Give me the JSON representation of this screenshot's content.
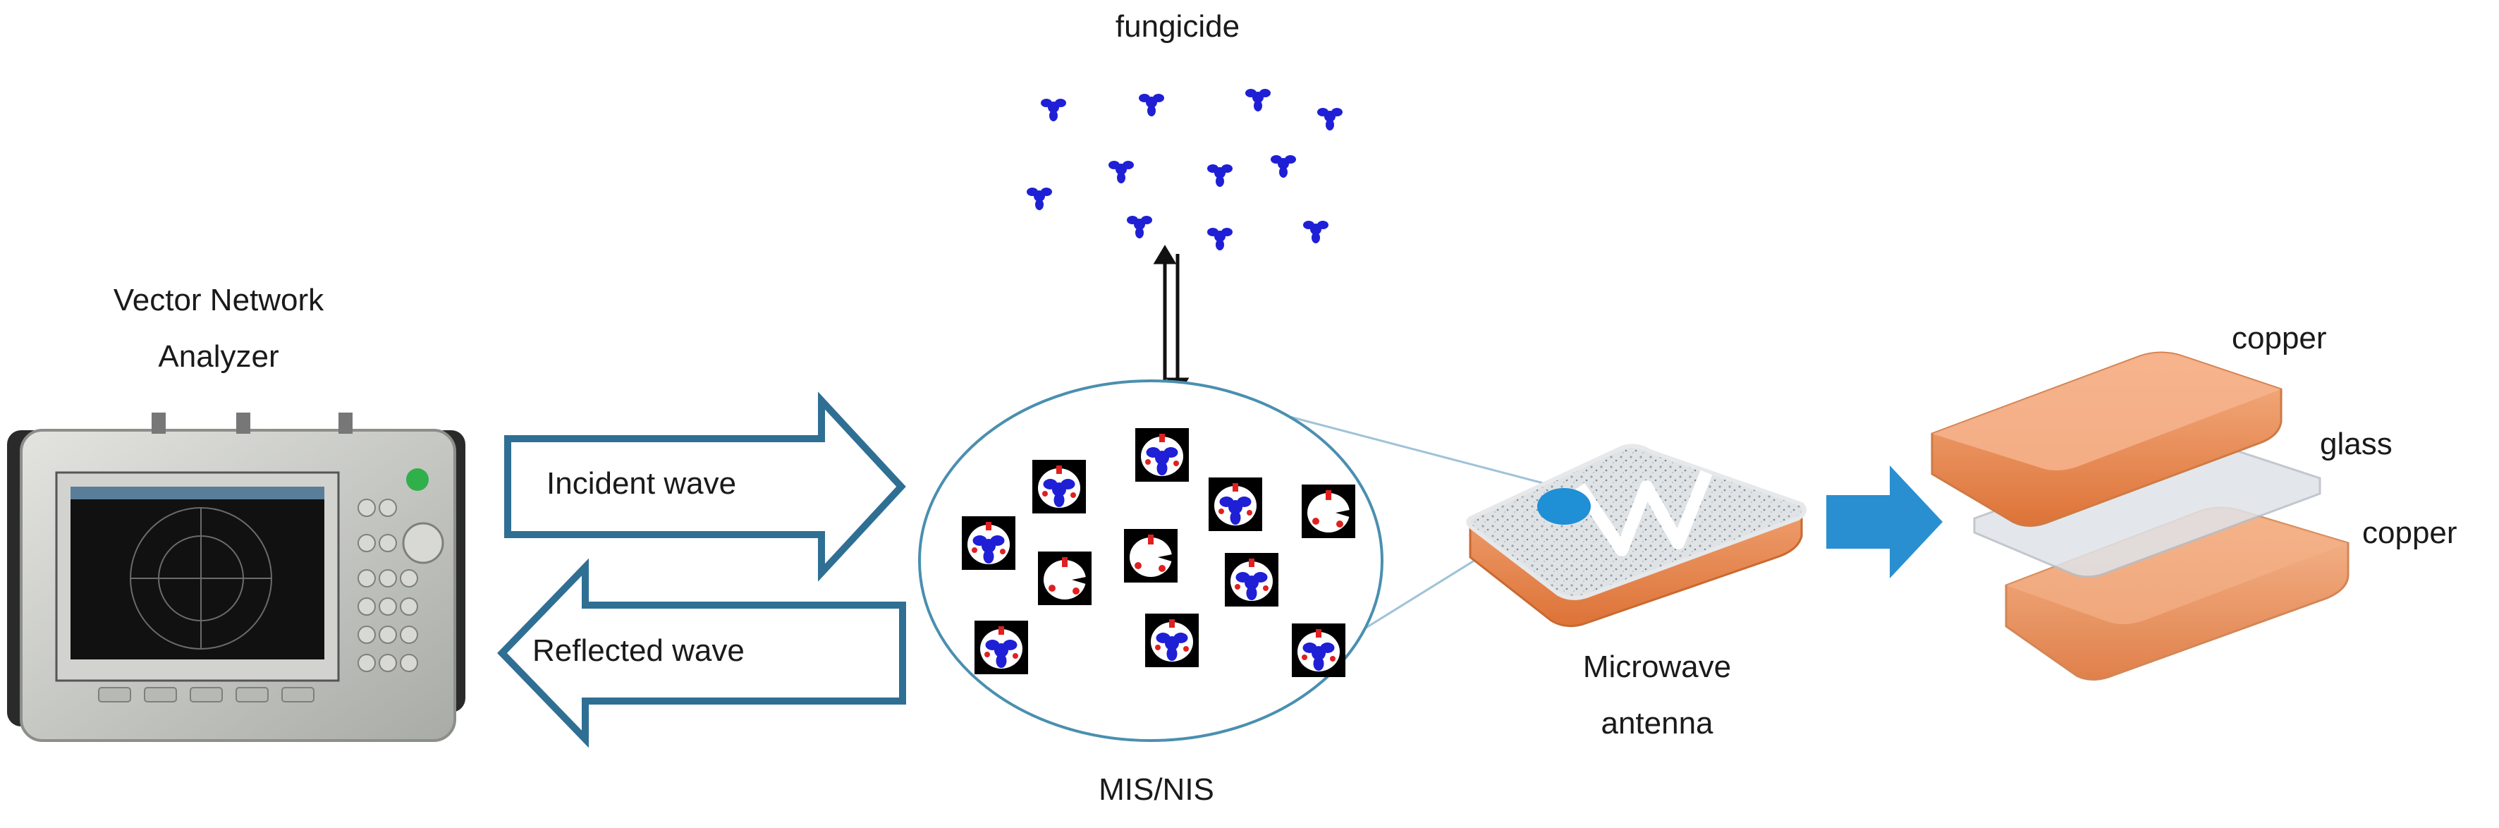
{
  "labels": {
    "fungicide": "fungicide",
    "vna_line1": "Vector Network",
    "vna_line2": "Analyzer",
    "incident": "Incident wave",
    "reflected": "Reflected wave",
    "mis_nis": "MIS/NIS",
    "antenna_line1": "Microwave",
    "antenna_line2": "antenna",
    "copper_top": "copper",
    "glass": "glass",
    "copper_bottom": "copper"
  },
  "colors": {
    "arrow_outline": "#2f6f94",
    "fungicide_blue": "#1f1fd6",
    "site_red": "#e02020",
    "copper": "#e98a4b",
    "glass": "#d9dde2",
    "transfer_arrow": "#2a8fd0",
    "ellipse": "#4a8fb0",
    "vna_body": "#c9cbc6",
    "vna_screen": "#111111",
    "vna_grip": "#2a2a2a"
  },
  "icons": {
    "fungicide": "fungicide-molecule-icon",
    "imprint": "imprinted-site-icon"
  }
}
